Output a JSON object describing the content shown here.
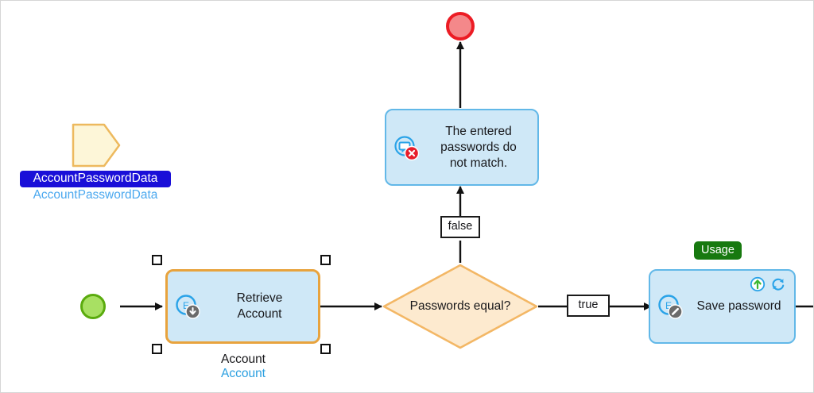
{
  "canvas": {
    "background": "#ffffff",
    "border_color": "#d6d6d6"
  },
  "colors": {
    "activity_fill": "#cfe8f7",
    "activity_border": "#62b8e8",
    "selected_border": "#e8a33d",
    "decision_fill": "#fdeacf",
    "decision_border": "#f3b765",
    "start_fill": "#a8e063",
    "start_border": "#5aab0e",
    "end_fill": "#f4888a",
    "end_border": "#ec1c24",
    "param_fill": "#fdf6d8",
    "param_border": "#edb95e",
    "type_text": "#2a9fe0",
    "highlight_bg": "#1a0fd8",
    "usage_badge_bg": "#17790f",
    "edge": "#111111"
  },
  "nodes": {
    "start": {
      "name": "start-event"
    },
    "end": {
      "name": "end-event"
    },
    "retrieve_account": {
      "label": "Retrieve\nAccount",
      "label_line1": "Retrieve",
      "label_line2": "Account",
      "icon": "entity-retrieve-icon",
      "selected": true,
      "caption_name": "Account",
      "caption_type": "Account"
    },
    "error_message": {
      "label_line1": "The entered",
      "label_line2": "passwords do",
      "label_line3": "not match.",
      "icon": "message-error-icon"
    },
    "decision": {
      "label": "Passwords equal?"
    },
    "save_password": {
      "label": "Save password",
      "icon": "entity-edit-icon",
      "badge": "Usage",
      "corner_icon_1": "commit-up-arrow-icon",
      "corner_icon_2": "refresh-sync-icon"
    },
    "parameter": {
      "caption_name": "AccountPasswordData",
      "caption_type": "AccountPasswordData",
      "shape": "parameter-pentagon"
    }
  },
  "flows": {
    "false_label": "false",
    "true_label": "true"
  }
}
